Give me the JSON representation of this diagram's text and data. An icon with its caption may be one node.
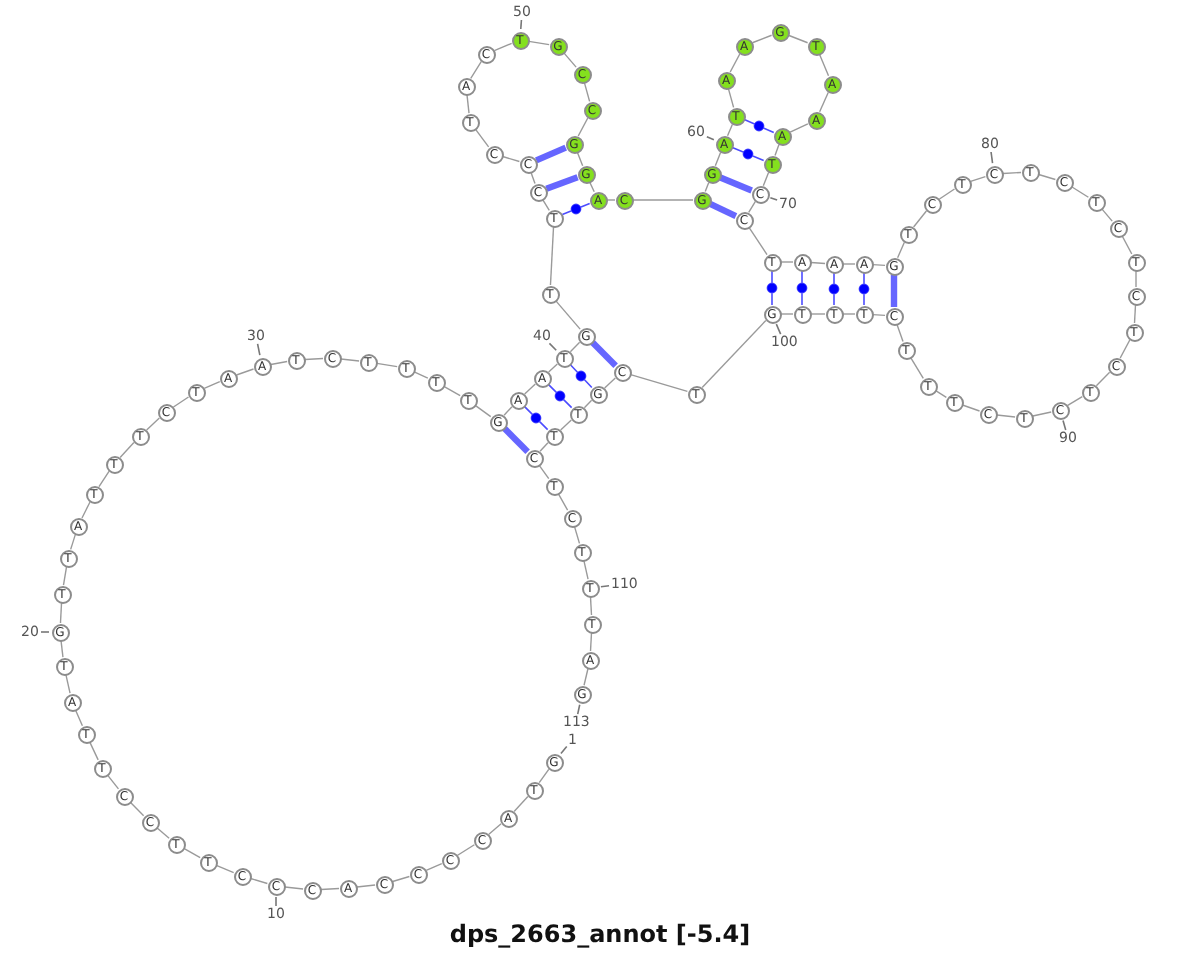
{
  "diagram": {
    "title": "dps_2663_annot [-5.4]",
    "nodes": [
      {
        "text": [
          "G"
        ],
        "beside": [
          "1"
        ]
      },
      {
        "text": [
          "T"
        ]
      },
      {
        "text": [
          "A"
        ]
      },
      {
        "text": [
          "C"
        ]
      },
      {
        "text": [
          "C"
        ]
      },
      {
        "text": [
          "C"
        ]
      },
      {
        "text": [
          "C"
        ]
      },
      {
        "text": [
          "A"
        ]
      },
      {
        "text": [
          "C"
        ]
      },
      {
        "text": [
          "C"
        ],
        "beside": [
          "10"
        ]
      },
      {
        "text": [
          "C"
        ]
      },
      {
        "text": [
          "T"
        ]
      },
      {
        "text": [
          "T"
        ]
      },
      {
        "text": [
          "C"
        ]
      },
      {
        "text": [
          "C"
        ]
      },
      {
        "text": [
          "T"
        ]
      },
      {
        "text": [
          "T"
        ]
      },
      {
        "text": [
          "A"
        ]
      },
      {
        "text": [
          "T"
        ]
      },
      {
        "text": [
          "G"
        ],
        "beside": [
          "20"
        ]
      },
      {
        "text": [
          "T"
        ]
      },
      {
        "text": [
          "T"
        ]
      },
      {
        "text": [
          "A"
        ]
      },
      {
        "text": [
          "T"
        ]
      },
      {
        "text": [
          "T"
        ]
      },
      {
        "text": [
          "T"
        ]
      },
      {
        "text": [
          "C"
        ]
      },
      {
        "text": [
          "T"
        ]
      },
      {
        "text": [
          "A"
        ]
      },
      {
        "text": [
          "A"
        ],
        "beside": [
          "30"
        ]
      },
      {
        "text": [
          "T"
        ]
      },
      {
        "text": [
          "C"
        ]
      },
      {
        "text": [
          "T"
        ]
      },
      {
        "text": [
          "T"
        ]
      },
      {
        "text": [
          "T"
        ]
      },
      {
        "text": [
          "T"
        ]
      },
      {
        "text": [
          "G"
        ]
      },
      {
        "text": [
          "A"
        ]
      },
      {
        "text": [
          "A"
        ]
      },
      {
        "text": [
          "T"
        ],
        "beside": [
          "40"
        ]
      },
      {
        "text": [
          "G"
        ]
      },
      {
        "text": [
          "T"
        ]
      },
      {
        "text": [
          "T"
        ]
      },
      {
        "text": [
          "C"
        ]
      },
      {
        "text": [
          "C"
        ]
      },
      {
        "text": [
          "C"
        ]
      },
      {
        "text": [
          "T"
        ]
      },
      {
        "text": [
          "A"
        ]
      },
      {
        "text": [
          "C"
        ]
      },
      {
        "text": [
          "T"
        ],
        "beside": [
          "50"
        ]
      },
      {
        "text": [
          "G"
        ]
      },
      {
        "text": [
          "C"
        ]
      },
      {
        "text": [
          "C"
        ]
      },
      {
        "text": [
          "G"
        ]
      },
      {
        "text": [
          "G"
        ]
      },
      {
        "text": [
          "A"
        ]
      },
      {
        "text": [
          "C"
        ]
      },
      {
        "text": [
          "G"
        ]
      },
      {
        "text": [
          "G"
        ]
      },
      {
        "text": [
          "A"
        ],
        "beside": [
          "60"
        ]
      },
      {
        "text": [
          "T"
        ]
      },
      {
        "text": [
          "A"
        ]
      },
      {
        "text": [
          "A"
        ]
      },
      {
        "text": [
          "G"
        ]
      },
      {
        "text": [
          "T"
        ]
      },
      {
        "text": [
          "A"
        ]
      },
      {
        "text": [
          "A"
        ]
      },
      {
        "text": [
          "A"
        ]
      },
      {
        "text": [
          "T"
        ]
      },
      {
        "text": [
          "C"
        ],
        "beside": [
          "70"
        ]
      },
      {
        "text": [
          "C"
        ]
      },
      {
        "text": [
          "T"
        ]
      },
      {
        "text": [
          "A"
        ]
      },
      {
        "text": [
          "A"
        ]
      },
      {
        "text": [
          "A"
        ]
      },
      {
        "text": [
          "G"
        ]
      },
      {
        "text": [
          "T"
        ]
      },
      {
        "text": [
          "C"
        ]
      },
      {
        "text": [
          "T"
        ]
      },
      {
        "text": [
          "C"
        ],
        "beside": [
          "80"
        ]
      },
      {
        "text": [
          "T"
        ]
      },
      {
        "text": [
          "C"
        ]
      },
      {
        "text": [
          "T"
        ]
      },
      {
        "text": [
          "C"
        ]
      },
      {
        "text": [
          "T"
        ]
      },
      {
        "text": [
          "C"
        ]
      },
      {
        "text": [
          "T"
        ]
      },
      {
        "text": [
          "C"
        ]
      },
      {
        "text": [
          "T"
        ]
      },
      {
        "text": [
          "C"
        ],
        "beside": [
          "90"
        ]
      },
      {
        "text": [
          "T"
        ]
      },
      {
        "text": [
          "C"
        ]
      },
      {
        "text": [
          "T"
        ]
      },
      {
        "text": [
          "T"
        ]
      },
      {
        "text": [
          "T"
        ]
      },
      {
        "text": [
          "C"
        ]
      },
      {
        "text": [
          "T"
        ]
      },
      {
        "text": [
          "T"
        ]
      },
      {
        "text": [
          "T"
        ]
      },
      {
        "text": [
          "G"
        ],
        "beside": [
          "100"
        ]
      },
      {
        "text": [
          "T"
        ]
      },
      {
        "text": [
          "C"
        ]
      },
      {
        "text": [
          "G"
        ]
      },
      {
        "text": [
          "T"
        ]
      },
      {
        "text": [
          "T"
        ]
      },
      {
        "text": [
          "C"
        ]
      },
      {
        "text": [
          "T"
        ]
      },
      {
        "text": [
          "C"
        ]
      },
      {
        "text": [
          "T"
        ]
      },
      {
        "text": [
          "T"
        ],
        "beside": [
          "110"
        ]
      },
      {
        "text": [
          "T"
        ]
      },
      {
        "text": [
          "A"
        ]
      },
      {
        "text": [
          "G"
        ],
        "beside": [
          "113"
        ]
      }
    ],
    "edges": [
      {
        "from": 0,
        "to": 1,
        "arrow": "none"
      },
      {
        "from": 1,
        "to": 2,
        "arrow": "none"
      },
      {
        "from": 2,
        "to": 3,
        "arrow": "none"
      },
      {
        "from": 3,
        "to": 4,
        "arrow": "none"
      },
      {
        "from": 4,
        "to": 5,
        "arrow": "none"
      },
      {
        "from": 5,
        "to": 6,
        "arrow": "none"
      },
      {
        "from": 6,
        "to": 7,
        "arrow": "none"
      },
      {
        "from": 7,
        "to": 8,
        "arrow": "none"
      },
      {
        "from": 8,
        "to": 9,
        "arrow": "none"
      },
      {
        "from": 9,
        "to": 10,
        "arrow": "none"
      },
      {
        "from": 10,
        "to": 11,
        "arrow": "none"
      },
      {
        "from": 11,
        "to": 12,
        "arrow": "none"
      },
      {
        "from": 12,
        "to": 13,
        "arrow": "none"
      },
      {
        "from": 13,
        "to": 14,
        "arrow": "none"
      },
      {
        "from": 14,
        "to": 15,
        "arrow": "none"
      },
      {
        "from": 15,
        "to": 16,
        "arrow": "none"
      },
      {
        "from": 16,
        "to": 17,
        "arrow": "none"
      },
      {
        "from": 17,
        "to": 18,
        "arrow": "none"
      },
      {
        "from": 18,
        "to": 19,
        "arrow": "none"
      },
      {
        "from": 19,
        "to": 20,
        "arrow": "none"
      },
      {
        "from": 20,
        "to": 21,
        "arrow": "none"
      },
      {
        "from": 21,
        "to": 22,
        "arrow": "none"
      },
      {
        "from": 22,
        "to": 23,
        "arrow": "none"
      },
      {
        "from": 23,
        "to": 24,
        "arrow": "none"
      },
      {
        "from": 24,
        "to": 25,
        "arrow": "none"
      },
      {
        "from": 25,
        "to": 26,
        "arrow": "none"
      },
      {
        "from": 26,
        "to": 27,
        "arrow": "none"
      },
      {
        "from": 27,
        "to": 28,
        "arrow": "none"
      },
      {
        "from": 28,
        "to": 29,
        "arrow": "none"
      },
      {
        "from": 29,
        "to": 30,
        "arrow": "none"
      },
      {
        "from": 30,
        "to": 31,
        "arrow": "none"
      },
      {
        "from": 31,
        "to": 32,
        "arrow": "none"
      },
      {
        "from": 32,
        "to": 33,
        "arrow": "none"
      },
      {
        "from": 33,
        "to": 34,
        "arrow": "none"
      },
      {
        "from": 34,
        "to": 35,
        "arrow": "none"
      },
      {
        "from": 35,
        "to": 36,
        "arrow": "none"
      },
      {
        "from": 36,
        "to": 37,
        "arrow": "none"
      },
      {
        "from": 37,
        "to": 38,
        "arrow": "none"
      },
      {
        "from": 38,
        "to": 39,
        "arrow": "none"
      },
      {
        "from": 39,
        "to": 40,
        "arrow": "none"
      },
      {
        "from": 40,
        "to": 41,
        "arrow": "none"
      },
      {
        "from": 41,
        "to": 42,
        "arrow": "none"
      },
      {
        "from": 42,
        "to": 43,
        "arrow": "none"
      },
      {
        "from": 43,
        "to": 44,
        "arrow": "none"
      },
      {
        "from": 44,
        "to": 45,
        "arrow": "none"
      },
      {
        "from": 45,
        "to": 46,
        "arrow": "none"
      },
      {
        "from": 46,
        "to": 47,
        "arrow": "none"
      },
      {
        "from": 47,
        "to": 48,
        "arrow": "none"
      },
      {
        "from": 48,
        "to": 49,
        "arrow": "none"
      },
      {
        "from": 49,
        "to": 50,
        "arrow": "none"
      },
      {
        "from": 50,
        "to": 51,
        "arrow": "none"
      },
      {
        "from": 51,
        "to": 52,
        "arrow": "none"
      },
      {
        "from": 52,
        "to": 53,
        "arrow": "none"
      },
      {
        "from": 53,
        "to": 54,
        "arrow": "none"
      },
      {
        "from": 54,
        "to": 55,
        "arrow": "none"
      },
      {
        "from": 55,
        "to": 56,
        "arrow": "none"
      },
      {
        "from": 56,
        "to": 57,
        "arrow": "none"
      },
      {
        "from": 57,
        "to": 58,
        "arrow": "none"
      },
      {
        "from": 58,
        "to": 59,
        "arrow": "none"
      },
      {
        "from": 59,
        "to": 60,
        "arrow": "none"
      },
      {
        "from": 60,
        "to": 61,
        "arrow": "none"
      },
      {
        "from": 61,
        "to": 62,
        "arrow": "none"
      },
      {
        "from": 62,
        "to": 63,
        "arrow": "none"
      },
      {
        "from": 63,
        "to": 64,
        "arrow": "none"
      },
      {
        "from": 64,
        "to": 65,
        "arrow": "none"
      },
      {
        "from": 65,
        "to": 66,
        "arrow": "none"
      },
      {
        "from": 66,
        "to": 67,
        "arrow": "none"
      },
      {
        "from": 67,
        "to": 68,
        "arrow": "none"
      },
      {
        "from": 68,
        "to": 69,
        "arrow": "none"
      },
      {
        "from": 69,
        "to": 70,
        "arrow": "none"
      },
      {
        "from": 70,
        "to": 71,
        "arrow": "none"
      },
      {
        "from": 71,
        "to": 72,
        "arrow": "none"
      },
      {
        "from": 72,
        "to": 73,
        "arrow": "none"
      },
      {
        "from": 73,
        "to": 74,
        "arrow": "none"
      },
      {
        "from": 74,
        "to": 75,
        "arrow": "none"
      },
      {
        "from": 75,
        "to": 76,
        "arrow": "none"
      },
      {
        "from": 76,
        "to": 77,
        "arrow": "none"
      },
      {
        "from": 77,
        "to": 78,
        "arrow": "none"
      },
      {
        "from": 78,
        "to": 79,
        "arrow": "none"
      },
      {
        "from": 79,
        "to": 80,
        "arrow": "none"
      },
      {
        "from": 80,
        "to": 81,
        "arrow": "none"
      },
      {
        "from": 81,
        "to": 82,
        "arrow": "none"
      },
      {
        "from": 82,
        "to": 83,
        "arrow": "none"
      },
      {
        "from": 83,
        "to": 84,
        "arrow": "none"
      },
      {
        "from": 84,
        "to": 85,
        "arrow": "none"
      },
      {
        "from": 85,
        "to": 86,
        "arrow": "none"
      },
      {
        "from": 86,
        "to": 87,
        "arrow": "none"
      },
      {
        "from": 87,
        "to": 88,
        "arrow": "none"
      },
      {
        "from": 88,
        "to": 89,
        "arrow": "none"
      },
      {
        "from": 89,
        "to": 90,
        "arrow": "none"
      },
      {
        "from": 90,
        "to": 91,
        "arrow": "none"
      },
      {
        "from": 91,
        "to": 92,
        "arrow": "none"
      },
      {
        "from": 92,
        "to": 93,
        "arrow": "none"
      },
      {
        "from": 93,
        "to": 94,
        "arrow": "none"
      },
      {
        "from": 94,
        "to": 95,
        "arrow": "none"
      },
      {
        "from": 95,
        "to": 96,
        "arrow": "none"
      },
      {
        "from": 96,
        "to": 97,
        "arrow": "none"
      },
      {
        "from": 97,
        "to": 98,
        "arrow": "none"
      },
      {
        "from": 98,
        "to": 99,
        "arrow": "none"
      },
      {
        "from": 99,
        "to": 100,
        "arrow": "none"
      },
      {
        "from": 100,
        "to": 101,
        "arrow": "none"
      },
      {
        "from": 101,
        "to": 102,
        "arrow": "none"
      },
      {
        "from": 102,
        "to": 103,
        "arrow": "none"
      },
      {
        "from": 103,
        "to": 104,
        "arrow": "none"
      },
      {
        "from": 104,
        "to": 105,
        "arrow": "none"
      },
      {
        "from": 105,
        "to": 106,
        "arrow": "none"
      },
      {
        "from": 106,
        "to": 107,
        "arrow": "none"
      },
      {
        "from": 107,
        "to": 108,
        "arrow": "none"
      },
      {
        "from": 108,
        "to": 109,
        "arrow": "none"
      },
      {
        "from": 109,
        "to": 110,
        "arrow": "none"
      },
      {
        "from": 110,
        "to": 111,
        "arrow": "none"
      },
      {
        "from": 111,
        "to": 112,
        "arrow": "none"
      },
      {
        "from": 36,
        "to": 105,
        "arrow": "none",
        "style": "thick",
        "color": "#0000ff"
      },
      {
        "from": 37,
        "to": 104,
        "arrow": "none",
        "color": "#0000ff"
      },
      {
        "from": 38,
        "to": 103,
        "arrow": "none",
        "color": "#0000ff"
      },
      {
        "from": 39,
        "to": 102,
        "arrow": "none",
        "color": "#0000ff"
      },
      {
        "from": 40,
        "to": 101,
        "arrow": "none",
        "style": "thick",
        "color": "#0000ff"
      },
      {
        "from": 42,
        "to": 55,
        "arrow": "none",
        "color": "#0000ff"
      },
      {
        "from": 43,
        "to": 54,
        "arrow": "none",
        "style": "thick",
        "color": "#0000ff"
      },
      {
        "from": 44,
        "to": 53,
        "arrow": "none",
        "style": "thick",
        "color": "#0000ff"
      },
      {
        "from": 57,
        "to": 70,
        "arrow": "none",
        "style": "thick",
        "color": "#0000ff"
      },
      {
        "from": 58,
        "to": 69,
        "arrow": "none",
        "style": "thick",
        "color": "#0000ff"
      },
      {
        "from": 59,
        "to": 68,
        "arrow": "none",
        "color": "#0000ff"
      },
      {
        "from": 60,
        "to": 67,
        "arrow": "none",
        "color": "#0000ff"
      },
      {
        "from": 71,
        "to": 99,
        "arrow": "none",
        "color": "#0000ff"
      },
      {
        "from": 72,
        "to": 98,
        "arrow": "none",
        "color": "#0000ff"
      },
      {
        "from": 73,
        "to": 97,
        "arrow": "none",
        "color": "#0000ff"
      },
      {
        "from": 74,
        "to": 96,
        "arrow": "none",
        "color": "#0000ff"
      },
      {
        "from": 75,
        "to": 95,
        "arrow": "none",
        "style": "thick",
        "color": "#0000ff"
      }
    ]
  }
}
